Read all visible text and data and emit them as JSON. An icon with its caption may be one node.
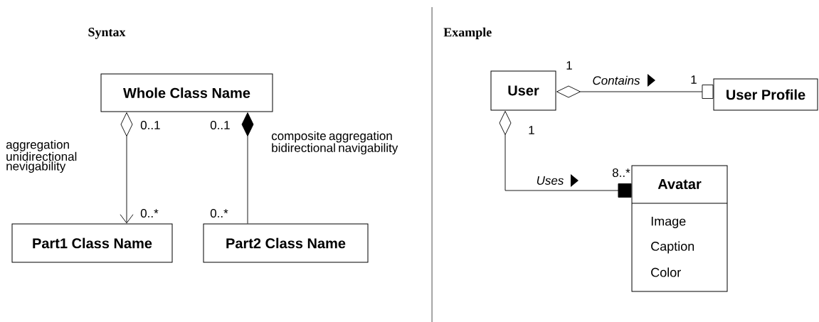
{
  "diagram": {
    "nodes": [
      {
        "text": [
          "Whole Class Name"
        ]
      },
      {
        "text": [
          "Part1 Class Name"
        ]
      },
      {
        "text": [
          "Part2 Class Name"
        ]
      },
      {
        "text": [
          "User"
        ]
      },
      {
        "text": [
          "User Profile"
        ]
      },
      {
        "text": [
          "Avatar",
          "Image",
          "Caption",
          "Color"
        ]
      }
    ],
    "edges": [
      {
        "from": 0,
        "to": 1,
        "arrow": "to"
      },
      {
        "from": 0,
        "to": 2,
        "arrow": "other"
      },
      {
        "from": 3,
        "to": 4,
        "arrow": "other",
        "label": "Contains"
      },
      {
        "from": 3,
        "to": 5,
        "arrow": "other",
        "label": "Uses"
      }
    ],
    "labels": [
      "Syntax",
      "Example",
      "aggregation unidirectional nevigability",
      "0..1",
      "0..1",
      "composite aggregation bidirectional navigability",
      "0..*",
      "0..*",
      "1",
      "1",
      "1",
      "8..*"
    ]
  }
}
